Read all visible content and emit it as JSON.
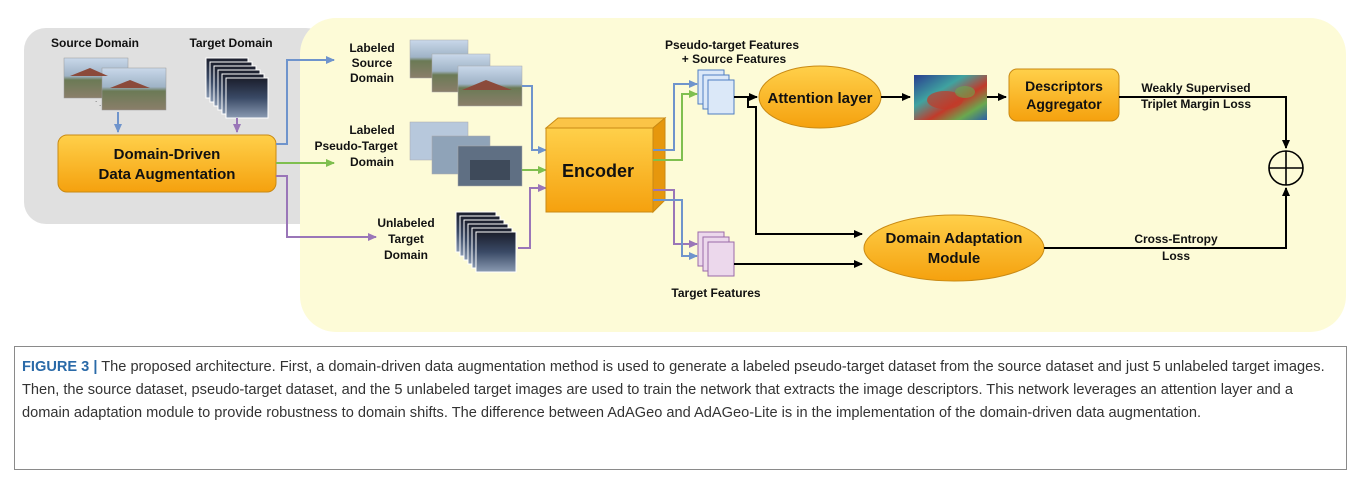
{
  "diagram": {
    "source_domain": "Source Domain",
    "target_domain": "Target Domain",
    "augmentation": [
      "Domain-Driven",
      "Data Augmentation"
    ],
    "labeled_source": [
      "Labeled",
      "Source",
      "Domain"
    ],
    "labeled_pseudo": [
      "Labeled",
      "Pseudo-Target",
      "Domain"
    ],
    "unlabeled_target": [
      "Unlabeled",
      "Target",
      "Domain"
    ],
    "encoder": "Encoder",
    "pseudo_features": [
      "Pseudo-target Features",
      "+ Source Features"
    ],
    "target_features": "Target Features",
    "attention_layer": "Attention layer",
    "descriptors_aggregator": [
      "Descriptors",
      "Aggregator"
    ],
    "triplet_loss": [
      "Weakly Supervised",
      "Triplet Margin Loss"
    ],
    "domain_adaptation": [
      "Domain Adaptation",
      "Module"
    ],
    "cross_entropy": [
      "Cross-Entropy",
      "Loss"
    ],
    "sum_symbol": "⊕"
  },
  "caption": {
    "label": "FIGURE 3 |",
    "text": " The proposed architecture. First, a domain-driven data augmentation method is used to generate a labeled pseudo-target dataset from the source dataset and just 5 unlabeled target images. Then, the source dataset, pseudo-target dataset, and the 5 unlabeled target images are used to train the network that extracts the image descriptors. This network leverages an attention layer and a domain adaptation module to provide robustness to domain shifts. The difference between AdAGeo and AdAGeo-Lite is in the implementation of the domain-driven data augmentation."
  },
  "colors": {
    "blue_arrow": "#6f94cc",
    "green_arrow": "#7fbf4f",
    "purple_arrow": "#9a76b8",
    "orange_fill": "#f9b518",
    "panel_yellow": "#fdfbd7",
    "panel_gray": "#e0e0e0"
  }
}
